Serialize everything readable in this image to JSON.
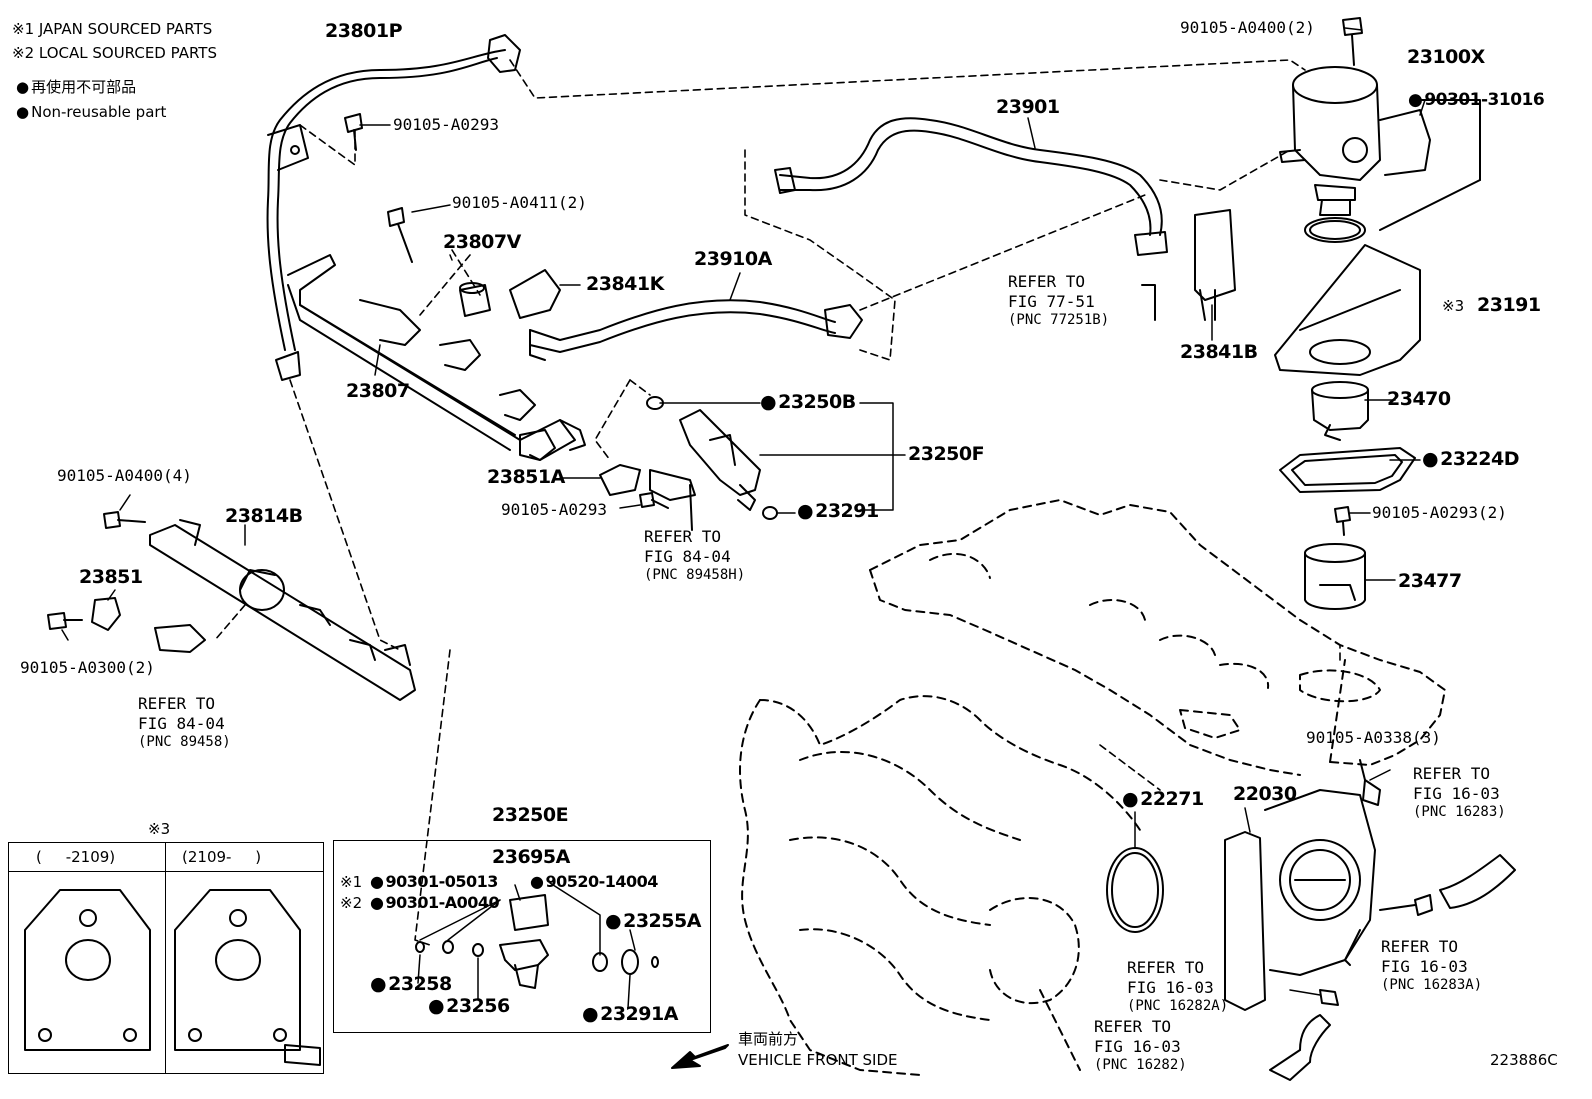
{
  "legend": {
    "note1": "※1 JAPAN SOURCED PARTS",
    "note2": "※2 LOCAL SOURCED PARTS",
    "nonreusable_jp": "再使用不可部品",
    "nonreusable_en": "Non-reusable part"
  },
  "parts": {
    "p23801P": "23801P",
    "p90105_A0293_a": "90105-A0293",
    "p90105_A0411": "90105-A0411(2)",
    "p23807V": "23807V",
    "p23841K": "23841K",
    "p23910A": "23910A",
    "p23807": "23807",
    "p23901": "23901",
    "p90105_A0400_2": "90105-A0400(2)",
    "p23100X": "23100X",
    "p90301_31016": "90301-31016",
    "p23191": "23191",
    "p23191_note": "※3",
    "p23841B": "23841B",
    "p23470": "23470",
    "p23224D": "23224D",
    "p90105_A0293_2": "90105-A0293(2)",
    "p23477": "23477",
    "p23250B": "23250B",
    "p23250F": "23250F",
    "p23851A": "23851A",
    "p90105_A0293_b": "90105-A0293",
    "p23291": "23291",
    "p90105_A0400_4": "90105-A0400(4)",
    "p23814B": "23814B",
    "p23851": "23851",
    "p90105_A0300": "90105-A0300(2)",
    "p90105_A0338": "90105-A0338(3)",
    "p22271": "22271",
    "p22030": "22030"
  },
  "refs": {
    "r77_51": [
      "REFER TO",
      "FIG 77-51",
      "(PNC 77251B)"
    ],
    "r84_04a": [
      "REFER TO",
      "FIG 84-04",
      "(PNC 89458H)"
    ],
    "r84_04b": [
      "REFER TO",
      "FIG 84-04",
      "(PNC 89458)"
    ],
    "r16_03a": [
      "REFER TO",
      "FIG 16-03",
      "(PNC 16283)"
    ],
    "r16_03b": [
      "REFER TO",
      "FIG 16-03",
      "(PNC 16283A)"
    ],
    "r16_03c": [
      "REFER TO",
      "FIG 16-03",
      "(PNC 16282A)"
    ],
    "r16_03d": [
      "REFER TO",
      "FIG 16-03",
      "(PNC 16282)"
    ]
  },
  "kit_box": {
    "title": "23250E",
    "p23695A": "23695A",
    "n1": "※1",
    "n2": "※2",
    "p90301_05013": "90301-05013",
    "p90301_A0040": "90301-A0040",
    "p90520_14004": "90520-14004",
    "p23255A": "23255A",
    "p23258": "23258",
    "p23256": "23256",
    "p23291A": "23291A"
  },
  "variant_box": {
    "title": "※3",
    "col1": "(     -2109)",
    "col2": "(2109-     )"
  },
  "front": {
    "jp": "車両前方",
    "en": "VEHICLE FRONT SIDE"
  },
  "figure_id": "223886C"
}
